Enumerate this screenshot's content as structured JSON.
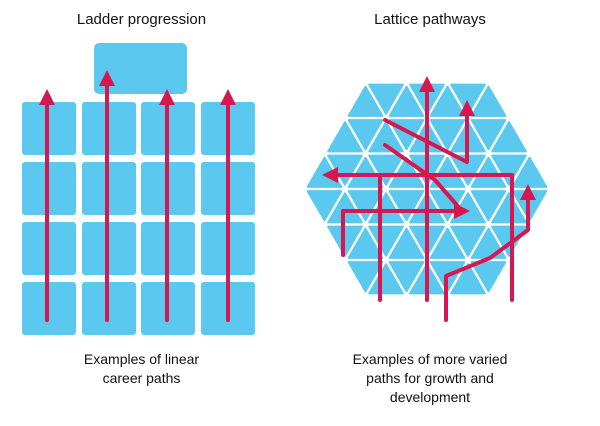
{
  "ladder": {
    "title": "Ladder progression",
    "caption_lines": [
      "Examples of linear",
      "career paths"
    ]
  },
  "lattice": {
    "title": "Lattice pathways",
    "caption_lines": [
      "Examples of more varied",
      "paths for growth and",
      "development"
    ]
  },
  "colors": {
    "tile": "#5bc8ef",
    "path": "#d7174f",
    "background": "#ffffff"
  }
}
